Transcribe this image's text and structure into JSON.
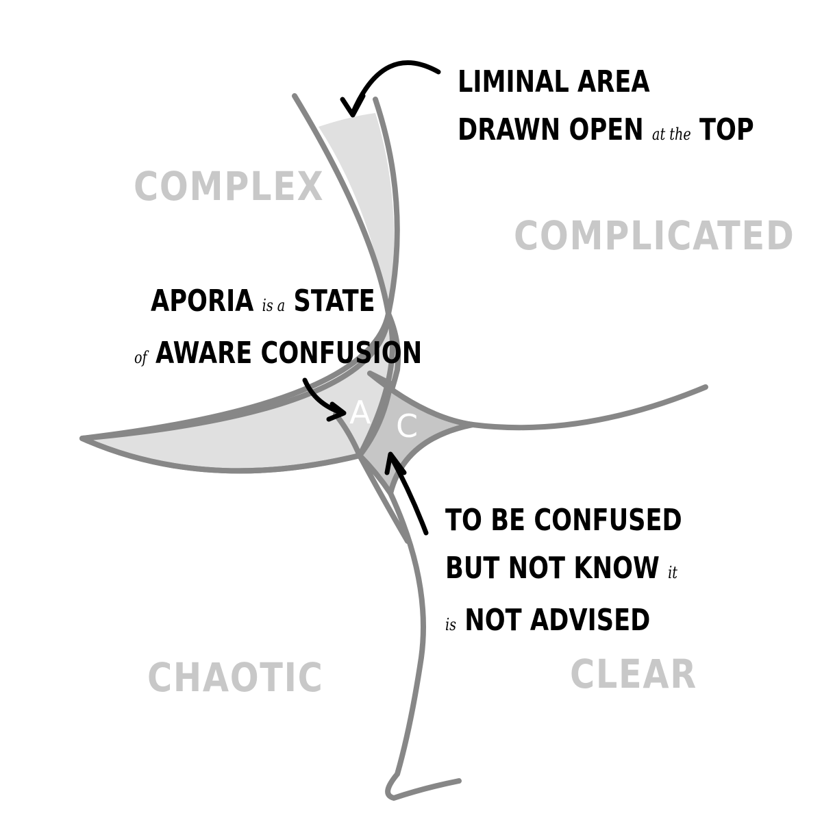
{
  "domains": {
    "complex": "COMPLEX",
    "complicated": "COMPLICATED",
    "chaotic": "CHAOTIC",
    "clear": "CLEAR"
  },
  "zones": {
    "aporia": "A",
    "confusion": "C"
  },
  "annotations": {
    "liminal": {
      "line1": "LIMINAL AREA",
      "line2a": "DRAWN OPEN",
      "line2b": "at the",
      "line2c": "TOP"
    },
    "aporia": {
      "line1a": "APORIA",
      "line1b": "is a",
      "line1c": "STATE",
      "line2a": "of",
      "line2b": "AWARE CONFUSION"
    },
    "confused": {
      "line1": "TO BE CONFUSED",
      "line2a": "BUT NOT KNOW",
      "line2b": "it",
      "line3a": "is",
      "line3b": "NOT ADVISED"
    }
  },
  "colors": {
    "stroke": "#878787",
    "light_fill": "#e0e0e0",
    "dark_fill": "#c6c6c6",
    "domain_text": "#c8c8c8"
  }
}
